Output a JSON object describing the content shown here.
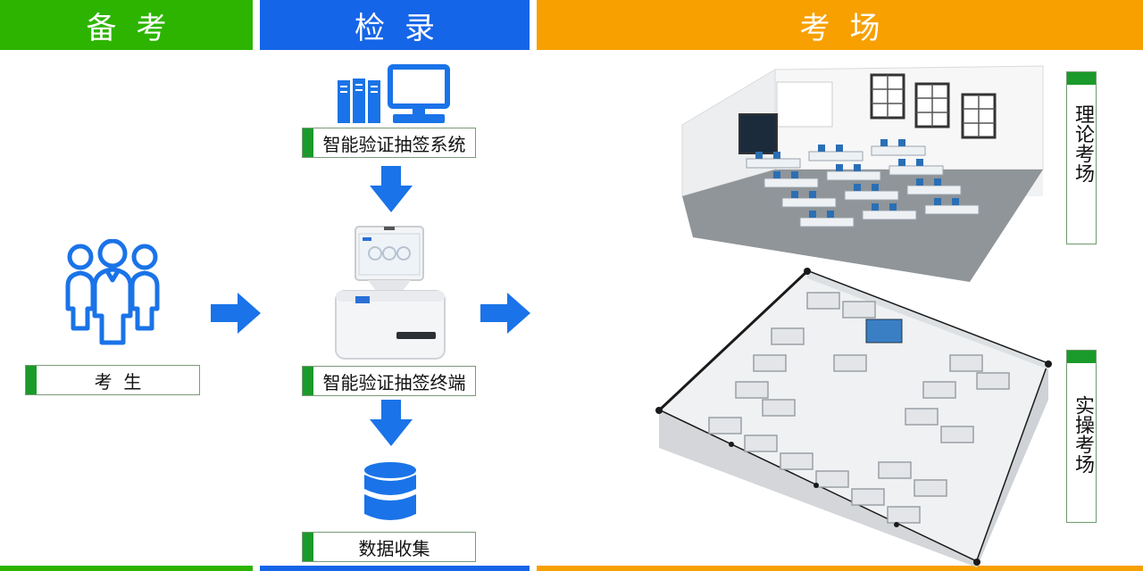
{
  "headers": {
    "prep": "备考",
    "checkin": "检录",
    "exam_hall": "考场"
  },
  "labels": {
    "candidate": "考  生",
    "system": "智能验证抽签系统",
    "terminal": "智能验证抽签终端",
    "data": "数据收集",
    "theory_hall": "理论考场",
    "practical_hall": "实操考场"
  },
  "colors": {
    "green": "#2db400",
    "blue": "#1565e8",
    "orange": "#f7a000",
    "icon_blue": "#1a73e8",
    "label_tab": "#1a9a2a"
  },
  "icons": [
    "people-icon",
    "server-icon",
    "monitor-icon",
    "database-icon",
    "arrow-right-icon",
    "arrow-down-icon"
  ]
}
